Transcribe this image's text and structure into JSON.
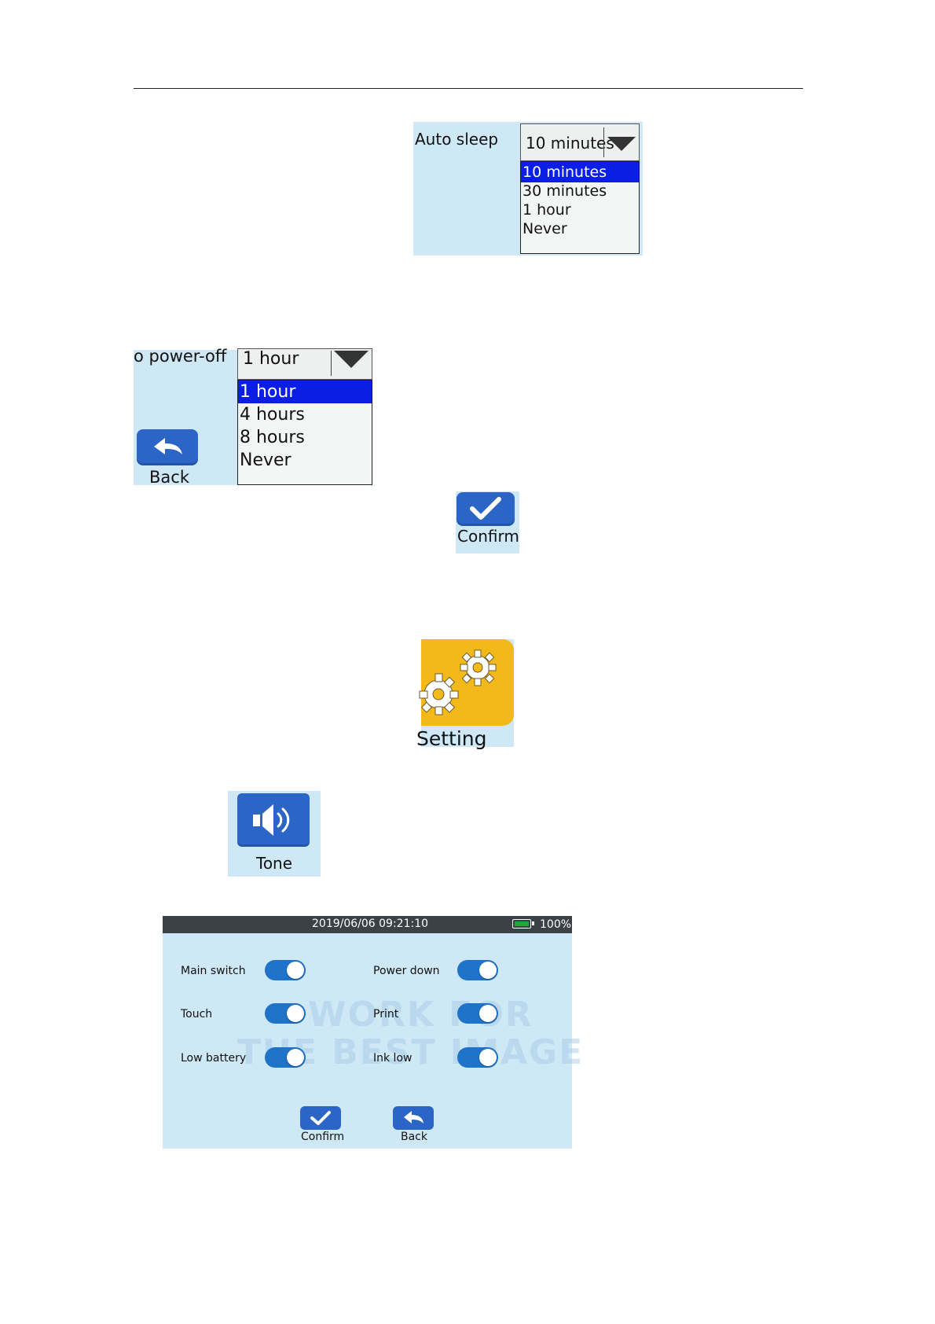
{
  "autosleep": {
    "label": "Auto sleep",
    "selected": "10 minutes",
    "options": [
      "10 minutes",
      "30 minutes",
      "1 hour",
      "Never"
    ]
  },
  "poweroff": {
    "label": "o power-off",
    "selected": "1 hour",
    "options": [
      "1 hour",
      "4 hours",
      "8 hours",
      "Never"
    ],
    "back_label": "Back"
  },
  "confirm_icon": {
    "label": "Confirm"
  },
  "setting_icon": {
    "label": "Setting"
  },
  "tone_icon": {
    "label": "Tone"
  },
  "device": {
    "datetime": "2019/06/06 09:21:10",
    "battery": "100%",
    "watermark": [
      "WORK FOR",
      "THE BEST IMAGE"
    ],
    "toggles": [
      {
        "label": "Main switch",
        "on": true
      },
      {
        "label": "Power down",
        "on": true
      },
      {
        "label": "Touch",
        "on": true
      },
      {
        "label": "Print",
        "on": true
      },
      {
        "label": "Low battery",
        "on": true
      },
      {
        "label": "Ink low",
        "on": true
      }
    ],
    "confirm_label": "Confirm",
    "back_label": "Back"
  },
  "colors": {
    "panel": "#cfe8f6",
    "selection": "#0a1ee6",
    "button": "#2b66c6",
    "toggle_on": "#1f73c8",
    "setting_tile": "#f3b81a"
  }
}
